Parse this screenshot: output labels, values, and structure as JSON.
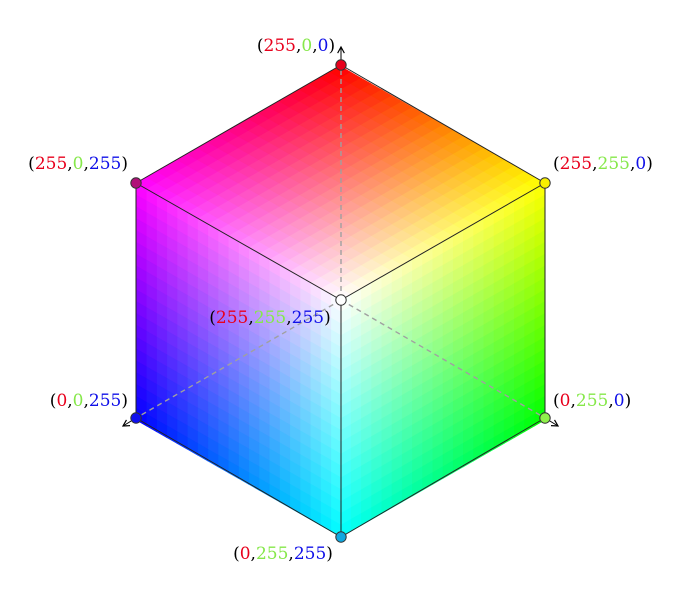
{
  "vertices": [
    {
      "id": "red",
      "rgb": [
        255,
        0,
        0
      ],
      "fill": "#e8001c"
    },
    {
      "id": "yellow",
      "rgb": [
        255,
        255,
        0
      ],
      "fill": "#f8f000"
    },
    {
      "id": "green",
      "rgb": [
        0,
        255,
        0
      ],
      "fill": "#8ff04a"
    },
    {
      "id": "cyan",
      "rgb": [
        0,
        255,
        255
      ],
      "fill": "#10a8e0"
    },
    {
      "id": "blue",
      "rgb": [
        0,
        0,
        255
      ],
      "fill": "#1010f0"
    },
    {
      "id": "magenta",
      "rgb": [
        255,
        0,
        255
      ],
      "fill": "#b01078"
    },
    {
      "id": "white",
      "rgb": [
        255,
        255,
        255
      ],
      "fill": "#ffffff"
    }
  ],
  "labels": {
    "red": {
      "r": "255",
      "g": "0",
      "b": "0"
    },
    "yellow": {
      "r": "255",
      "g": "255",
      "b": "0"
    },
    "green": {
      "r": "0",
      "g": "255",
      "b": "0"
    },
    "cyan": {
      "r": "0",
      "g": "255",
      "b": "255"
    },
    "blue": {
      "r": "0",
      "g": "0",
      "b": "255"
    },
    "magenta": {
      "r": "255",
      "g": "0",
      "b": "255"
    },
    "white": {
      "r": "255",
      "g": "255",
      "b": "255"
    }
  },
  "label_colors": {
    "r": "#e8001c",
    "g": "#86e84a",
    "b": "#1010e8",
    "punct": "#000000"
  },
  "edge_color": "#222222",
  "axis_dash_color": "#a0a0a0",
  "shading_steps": 20
}
